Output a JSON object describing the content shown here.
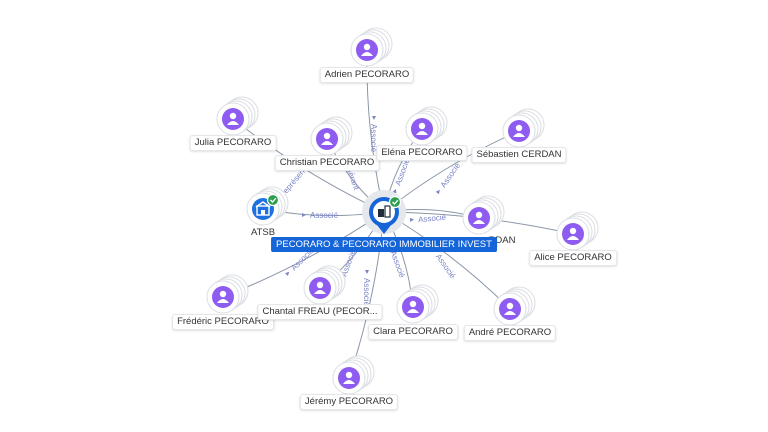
{
  "colors": {
    "person_node": "#8e5cf0",
    "company_node": "#1e72e0",
    "center_node": "#1565d8",
    "verified_badge": "#2e9e4f",
    "edge": "#8a97a8",
    "edge_label": "#7a84c8"
  },
  "icons": {
    "person": "person-icon",
    "company": "company-icon",
    "verified": "check-badge-icon"
  },
  "center": {
    "name": "PECORARO & PECORARO IMMOBILIER INVEST"
  },
  "nodes": [
    {
      "id": "adrien",
      "name": "Adrien PECORARO",
      "type": "person"
    },
    {
      "id": "julia",
      "name": "Julia PECORARO",
      "type": "person"
    },
    {
      "id": "christian",
      "name": "Christian PECORARO",
      "type": "person"
    },
    {
      "id": "elena",
      "name": "Eléna PECORARO",
      "type": "person"
    },
    {
      "id": "sebastien",
      "name": "Sébastien CERDAN",
      "type": "person"
    },
    {
      "id": "atsb",
      "name": "ATSB",
      "type": "company"
    },
    {
      "id": "cerdan2",
      "name": "RDAN",
      "type": "person"
    },
    {
      "id": "alice",
      "name": "Alice PECORARO",
      "type": "person"
    },
    {
      "id": "frederic",
      "name": "Frédéric PECORARO",
      "type": "person"
    },
    {
      "id": "chantal",
      "name": "Chantal FREAU (PECOR...",
      "type": "person"
    },
    {
      "id": "clara",
      "name": "Clara PECORARO",
      "type": "person"
    },
    {
      "id": "andre",
      "name": "André PECORARO",
      "type": "person"
    },
    {
      "id": "jeremy",
      "name": "Jérémy PECORARO",
      "type": "person"
    }
  ],
  "edge_labels": [
    {
      "id": "adrien",
      "text": "Associé"
    },
    {
      "id": "christian",
      "text": "Gérant"
    },
    {
      "id": "elena",
      "text": "Associé"
    },
    {
      "id": "sebastien",
      "text": "Associé"
    },
    {
      "id": "atsb",
      "text": "Associé"
    },
    {
      "id": "julia",
      "text": "Représentant"
    },
    {
      "id": "cerdan2",
      "text": "Associé"
    },
    {
      "id": "frederic",
      "text": "Associé"
    },
    {
      "id": "chantal",
      "text": "Associé"
    },
    {
      "id": "jeremy",
      "text": "Associé"
    },
    {
      "id": "clara",
      "text": "Associé"
    },
    {
      "id": "andre",
      "text": "Associé"
    }
  ]
}
